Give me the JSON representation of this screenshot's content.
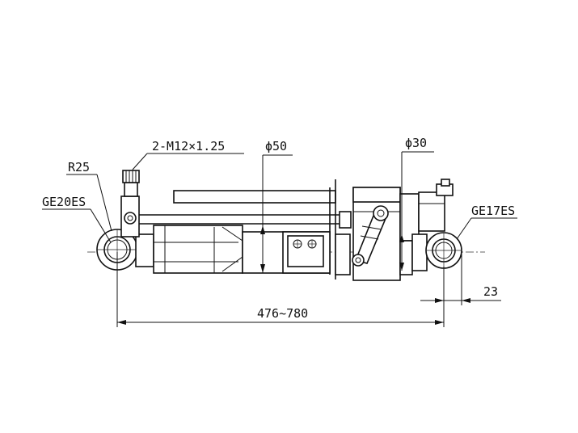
{
  "labels": {
    "thread": "2-M12×1.25",
    "bore_dia": "ϕ50",
    "rod_dia": "ϕ30",
    "radius": "R25",
    "left_bearing": "GE20ES",
    "right_bearing": "GE17ES",
    "stroke_length": "476~780",
    "end_offset": "23"
  }
}
